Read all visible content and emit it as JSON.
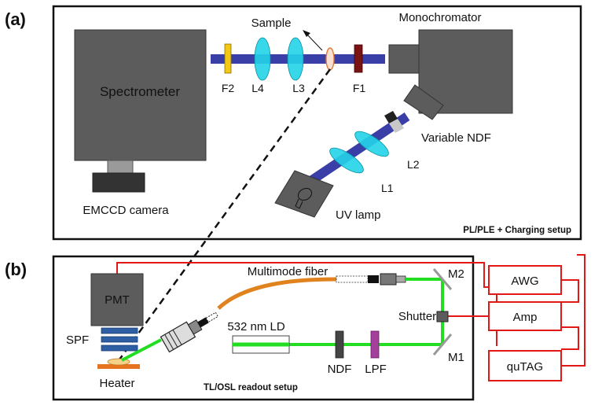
{
  "panels": {
    "a": {
      "label": "(a)",
      "setup_caption": "PL/PLE + Charging setup"
    },
    "b": {
      "label": "(b)",
      "setup_caption": "TL/OSL readout setup"
    }
  },
  "panel_a": {
    "sample": "Sample",
    "monochromator": "Monochromator",
    "spectrometer": "Spectrometer",
    "emccd_camera": "EMCCD camera",
    "f2": "F2",
    "l4": "L4",
    "l3": "L3",
    "f1": "F1",
    "variable_ndf": "Variable NDF",
    "l2": "L2",
    "l1": "L1",
    "uv_lamp": "UV lamp"
  },
  "panel_b": {
    "multimode_fiber": "Multimode fiber",
    "pmt": "PMT",
    "spf": "SPF",
    "heater": "Heater",
    "laser_label": "532 nm  LD",
    "ndf": "NDF",
    "lpf": "LPF",
    "shutter": "Shutter",
    "m2": "M2",
    "m1": "M1",
    "awg": "AWG",
    "amp": "Amp",
    "qutag": "quTAG"
  },
  "colors": {
    "frame": "#111111",
    "uv_beam": "#3a3fa8",
    "lens": "#22d3e8",
    "green_beam": "#22dd22",
    "signal_wire": "#e01818",
    "fiber": "#e0821e",
    "box_gray": "#5c5c5c",
    "filter_f2": "#f2c814",
    "filter_f1": "#7a1414",
    "filter_lpf": "#a4409c",
    "filter_ndf": "#444444",
    "spf_plates": "#2e5fa4",
    "heater": "#e6731e"
  }
}
